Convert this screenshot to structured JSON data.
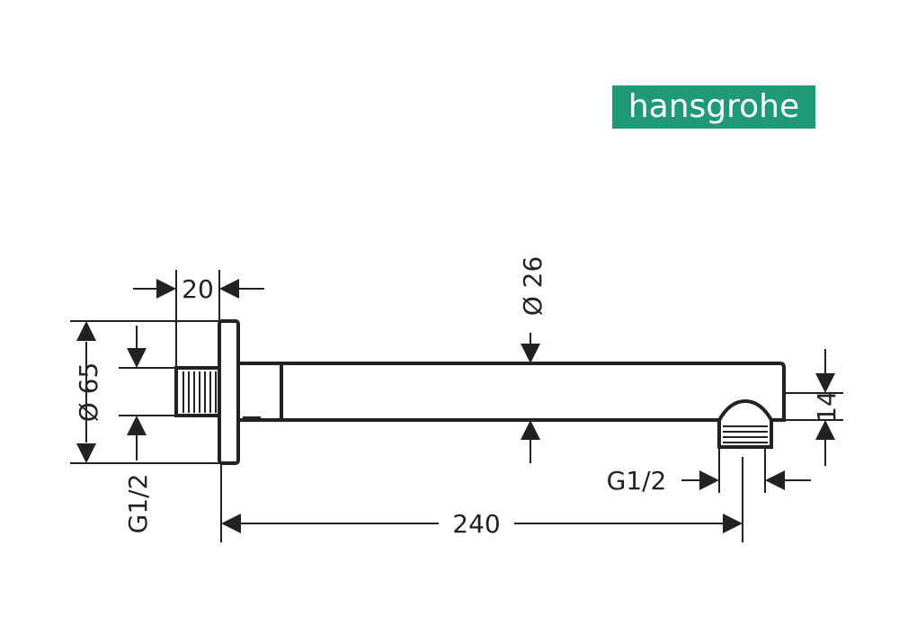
{
  "brand": {
    "name": "hansgrohe",
    "color": "#1f9a77"
  },
  "dimensions": {
    "flange_depth": "20",
    "flange_diameter": "Ø 65",
    "arm_diameter": "Ø 26",
    "outlet_height": "14",
    "wall_thread": "G1/2",
    "outlet_thread": "G1/2",
    "projection": "240"
  },
  "colors": {
    "line": "#222222",
    "background": "#ffffff"
  }
}
